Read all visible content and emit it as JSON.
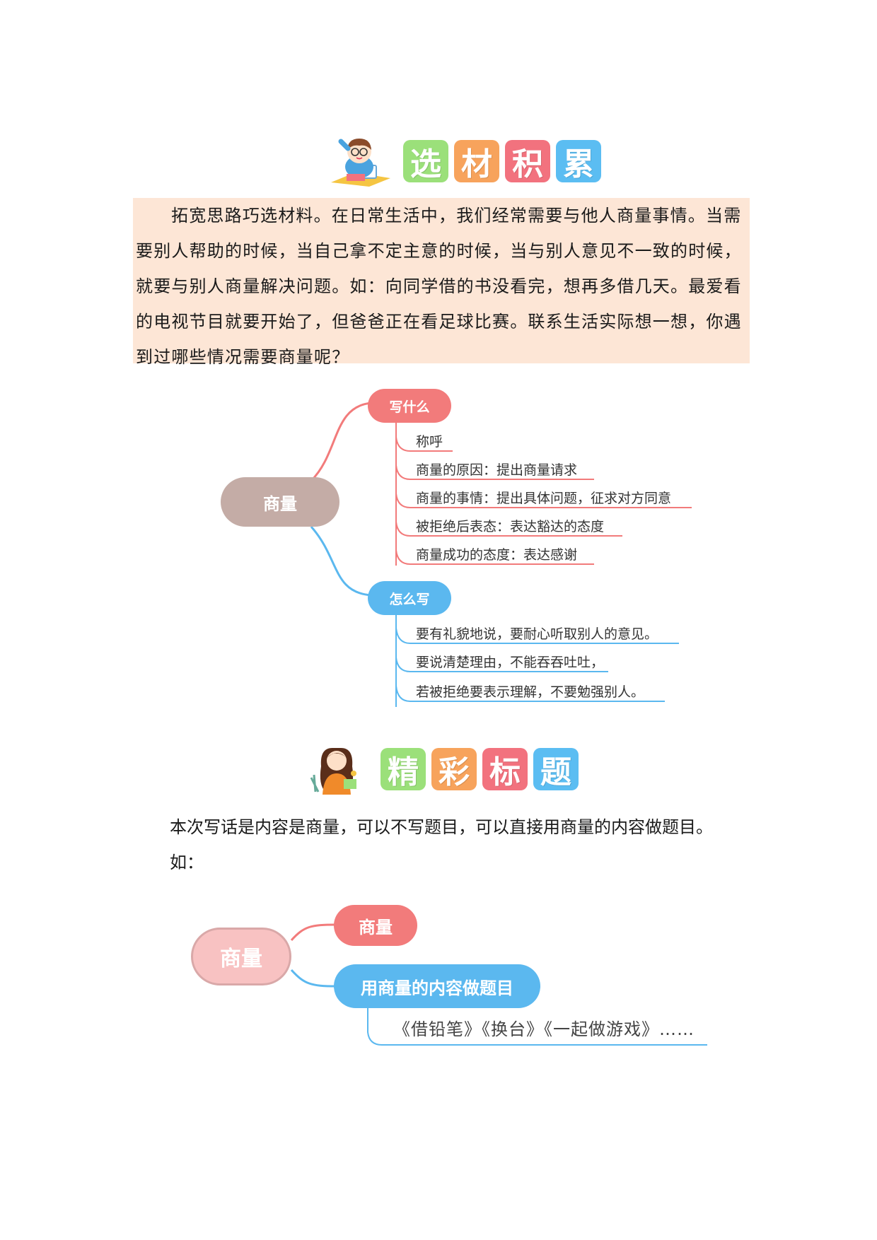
{
  "section1": {
    "chars": [
      "选",
      "材",
      "积",
      "累"
    ],
    "tile_colors": [
      "#9be07a",
      "#f7a35c",
      "#f2727e",
      "#5bbdf2"
    ],
    "paragraph": "拓宽思路巧选材料。在日常生活中，我们经常需要与他人商量事情。当需要别人帮助的时候，当自己拿不定主意的时候，当与别人意见不一致的时候，就要与别人商量解决问题。如：向同学借的书没看完，想再多借几天。最爱看的电视节目就要开始了，但爸爸正在看足球比赛。联系生活实际想一想，你遇到过哪些情况需要商量呢？"
  },
  "mindmap1": {
    "center": "商量",
    "branch_what": {
      "label": "写什么",
      "items": [
        "称呼",
        "商量的原因：提出商量请求",
        "商量的事情：提出具体问题，征求对方同意",
        "被拒绝后表态：表达豁达的态度",
        "商量成功的态度：表达感谢"
      ]
    },
    "branch_how": {
      "label": "怎么写",
      "items": [
        "要有礼貌地说，要耐心听取别人的意见。",
        "要说清楚理由，不能吞吞吐吐，",
        "若被拒绝要表示理解，不要勉强别人。"
      ]
    },
    "colors": {
      "center": "#c4aca6",
      "red": "#f27b7b",
      "blue": "#5bb8ef"
    }
  },
  "section2": {
    "chars": [
      "精",
      "彩",
      "标",
      "题"
    ],
    "tile_colors": [
      "#9be07a",
      "#f7a35c",
      "#f2727e",
      "#5bbdf2"
    ],
    "line1": "本次写话是内容是商量，可以不写题目，可以直接用商量的内容做题目。",
    "line2": "如："
  },
  "mindmap2": {
    "center": "商量",
    "branch_top": "商量",
    "branch_bottom": "用商量的内容做题目",
    "examples": "《借铅笔》《换台》《一起做游戏》……",
    "colors": {
      "center": "#f8c2c2",
      "red": "#f27b7b",
      "blue": "#5bb8ef"
    }
  }
}
